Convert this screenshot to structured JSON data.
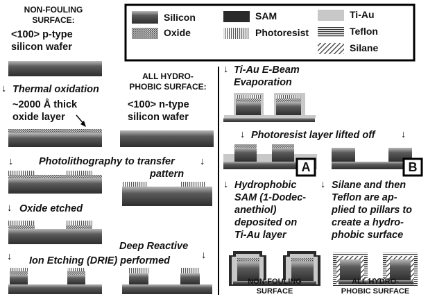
{
  "left_column": {
    "title_lines": [
      "NON-FOULING",
      "SURFACE:"
    ],
    "wafer_lines": [
      "<100> p-type",
      "silicon wafer"
    ],
    "step_thermal": "Thermal oxidation",
    "oxide_lines": [
      "~2000 Å thick",
      "oxide layer"
    ],
    "step_photolith": "Photolithography to transfer",
    "step_photolith_cont": "pattern",
    "step_oxide_etched": "Oxide etched",
    "step_ion_etch": "Ion Etching (DRIE) performed",
    "step_deep_reactive": "Deep Reactive"
  },
  "middle_column": {
    "title_lines": [
      "ALL HYDRO-",
      "PHOBIC SURFACE:"
    ],
    "wafer_lines": [
      "<100> n-type",
      "silicon wafer"
    ]
  },
  "legend": {
    "items": [
      {
        "label": "Silicon",
        "pattern": "silicon"
      },
      {
        "label": "Oxide",
        "pattern": "oxide"
      },
      {
        "label": "SAM",
        "pattern": "sam"
      },
      {
        "label": "Photoresist",
        "pattern": "photoresist"
      },
      {
        "label": "Ti-Au",
        "pattern": "tiau"
      },
      {
        "label": "Teflon",
        "pattern": "teflon"
      },
      {
        "label": "Silane",
        "pattern": "silane"
      }
    ]
  },
  "right_column": {
    "step_tiau_lines": [
      "Ti-Au E-Beam",
      "Evaporation"
    ],
    "step_liftoff": "Photoresist layer lifted off",
    "label_a": "A",
    "label_b": "B",
    "hydrophobic_lines": [
      "Hydrophobic",
      "SAM (1-Dodec-",
      "anethiol)",
      "deposited on",
      "Ti-Au layer"
    ],
    "silane_lines": [
      "Silane and then",
      "Teflon are ap-",
      "plied to pillars to",
      "create a hydro-",
      "phobic surface"
    ],
    "caption_a_lines": [
      "NON-FOULING",
      "SURFACE"
    ],
    "caption_b_lines": [
      "ALL HYDRO-",
      "PHOBIC SURFACE"
    ]
  },
  "colors": {
    "silicon": "#3a3a3a",
    "silicon_top": "#a0a0a0",
    "sam": "#2a2a2a",
    "tiau": "#c8c8c8",
    "line": "#000000"
  }
}
